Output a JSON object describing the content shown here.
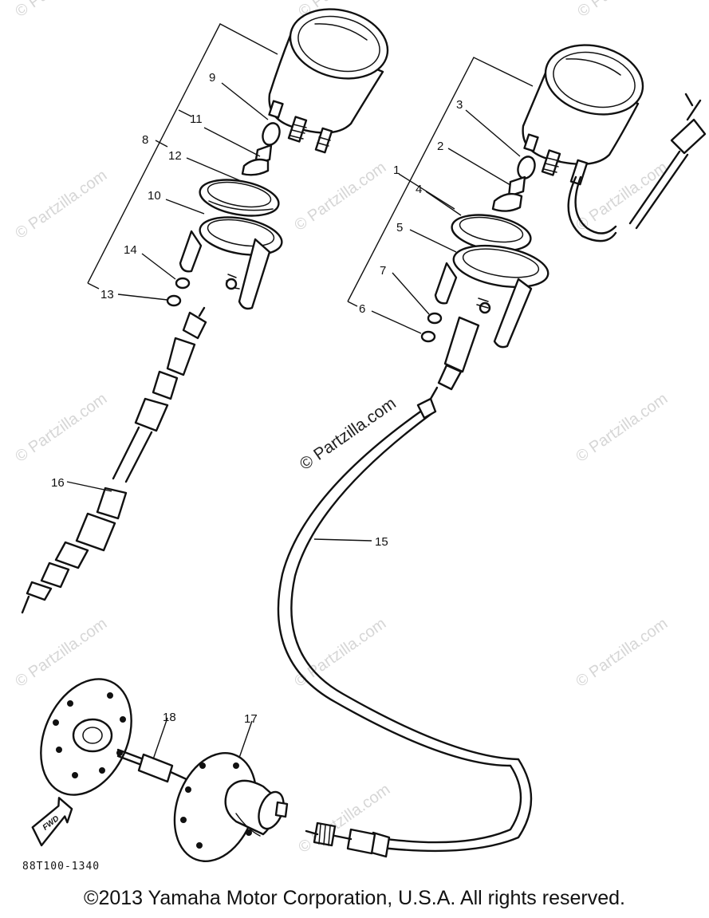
{
  "watermarks": [
    "© Partzilla.com",
    "© Partzilla.com",
    "© Partzilla.com",
    "© Partzilla.com",
    "© Partzilla.com",
    "© Partzilla.com",
    "© Partzilla.com",
    "© Partzilla.com",
    "© Partzilla.com",
    "© Partzilla.com",
    "© Partzilla.com",
    "© Partzilla.com"
  ],
  "main_watermark": "© Partzilla.com",
  "callouts": [
    "1",
    "2",
    "3",
    "4",
    "5",
    "6",
    "7",
    "8",
    "9",
    "10",
    "11",
    "12",
    "13",
    "14",
    "15",
    "16",
    "17",
    "18"
  ],
  "fwd_label": "FWD",
  "reference_code": "88T100-1340",
  "copyright": "©2013  Yamaha Motor Corporation, U.S.A. All rights reserved."
}
